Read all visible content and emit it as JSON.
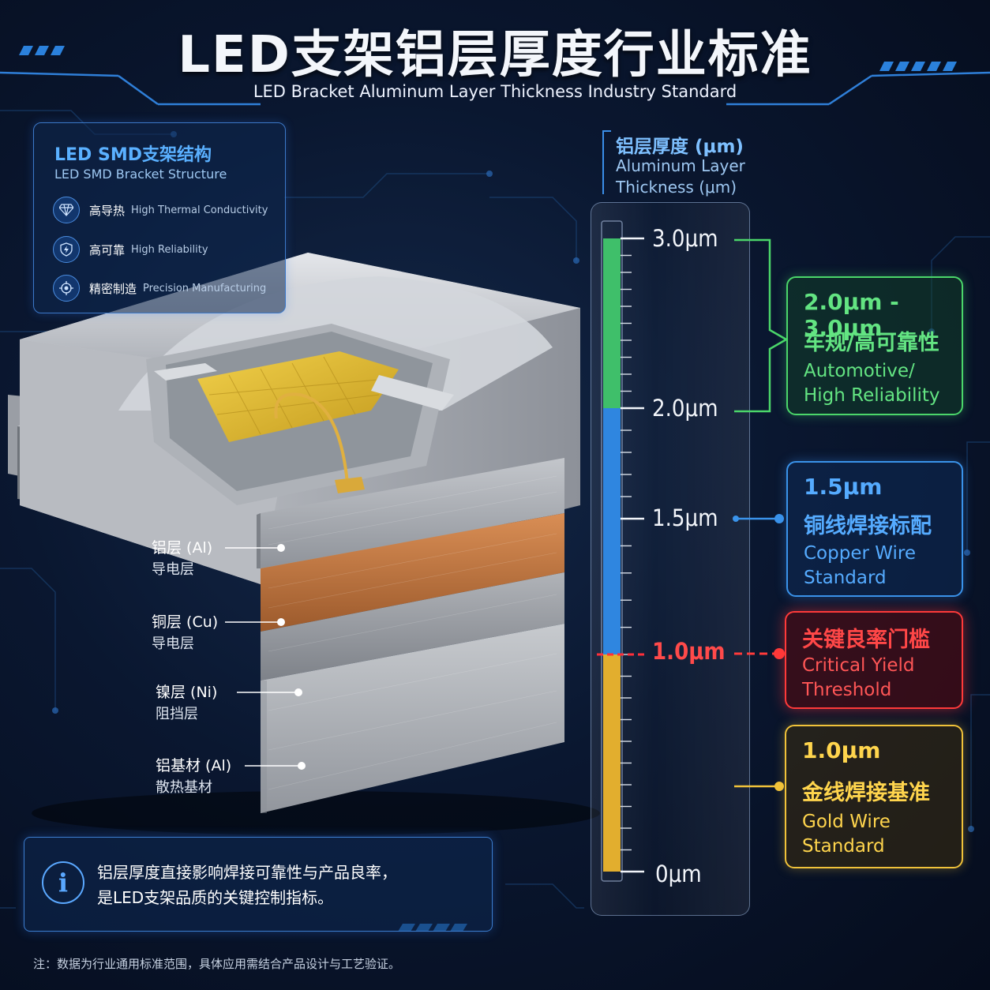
{
  "header": {
    "title": "LED支架铝层厚度行业标准",
    "subtitle": "LED Bracket Aluminum Layer Thickness Industry Standard"
  },
  "structure_card": {
    "title": "LED SMD支架结构",
    "subtitle": "LED SMD Bracket Structure",
    "features": [
      {
        "icon": "diamond-icon",
        "zh": "高导热",
        "en": "High Thermal Conductivity"
      },
      {
        "icon": "shield-bolt-icon",
        "zh": "高可靠",
        "en": "High Reliability"
      },
      {
        "icon": "target-icon",
        "zh": "精密制造",
        "en": "Precision Manufacturing"
      }
    ]
  },
  "layers": [
    {
      "name": "铝层 (Al)",
      "role": "导电层",
      "color": "#a9adb3"
    },
    {
      "name": "铜层 (Cu)",
      "role": "导电层",
      "color": "#c07a45"
    },
    {
      "name": "镍层 (Ni)",
      "role": "阻挡层",
      "color": "#9ea2a8"
    },
    {
      "name": "铝基材 (Al)",
      "role": "散热基材",
      "color": "#b6b9be"
    }
  ],
  "info": {
    "icon": "info-icon",
    "line1": "铝层厚度直接影响焊接可靠性与产品良率，",
    "line2": "是LED支架品质的关键控制指标。"
  },
  "footnote": "注：数据为行业通用标准范围，具体应用需结合产品设计与工艺验证。",
  "gauge": {
    "title": "铝层厚度 (μm)",
    "subtitle_line1": "Aluminum Layer",
    "subtitle_line2": "Thickness (μm)",
    "tick_labels": [
      "3.0μm",
      "2.0μm",
      "1.5μm",
      "1.0μm",
      "0μm"
    ],
    "colors": {
      "green": "#3fbf6a",
      "blue": "#2f86e0",
      "gold": "#e2ae2e",
      "red": "#ff2f3a"
    }
  },
  "chart_data": {
    "type": "bar",
    "title": "铝层厚度 (μm)",
    "ylabel": "Aluminum Layer Thickness (μm)",
    "ylim": [
      0,
      3.0
    ],
    "ticks": [
      0,
      1.0,
      1.5,
      2.0,
      3.0
    ],
    "segments": [
      {
        "from": 0,
        "to": 1.0,
        "color": "#e2ae2e"
      },
      {
        "from": 1.0,
        "to": 2.0,
        "color": "#2f86e0"
      },
      {
        "from": 2.0,
        "to": 3.0,
        "color": "#3fbf6a"
      }
    ],
    "ranges": [
      {
        "value": "2.0μm - 3.0μm",
        "zh": "车规/高可靠性",
        "en_line1": "Automotive/",
        "en_line2": "High Reliability",
        "color": "#5de07a"
      },
      {
        "value": "1.5μm",
        "zh": "铜线焊接标配",
        "en_line1": "Copper Wire",
        "en_line2": "Standard",
        "color": "#4aa4ff"
      },
      {
        "value": "",
        "zh": "关键良率门槛",
        "en_line1": "Critical Yield",
        "en_line2": "Threshold",
        "color": "#ff3a3a"
      },
      {
        "value": "1.0μm",
        "zh": "金线焊接基准",
        "en_line1": "Gold Wire",
        "en_line2": "Standard",
        "color": "#ffd24a"
      }
    ]
  }
}
